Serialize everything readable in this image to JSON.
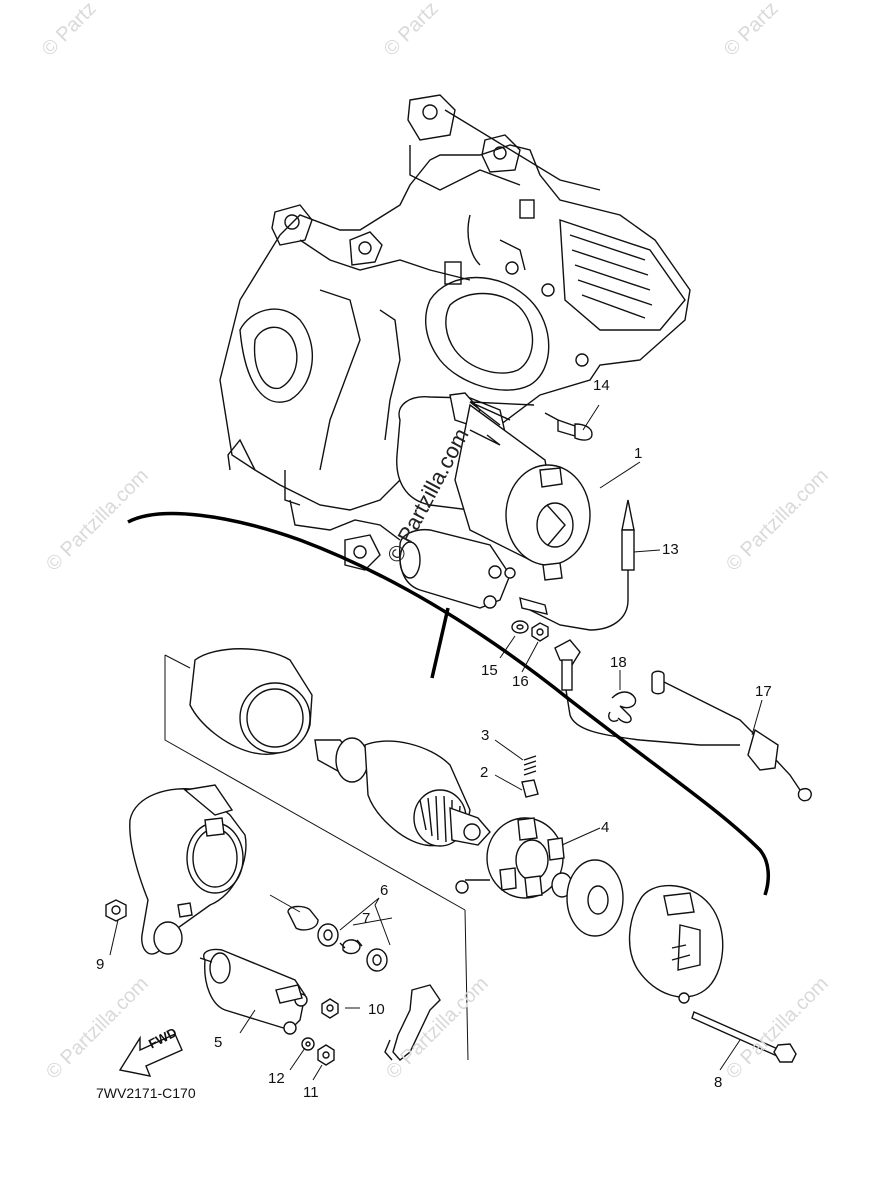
{
  "watermarks": {
    "copyright_symbol": "©",
    "text": "Partzilla.com",
    "text_short": "Partz",
    "center_text": "© Partzilla.com"
  },
  "diagram": {
    "part_code": "7WV2171-C170",
    "fwd_label": "FWD",
    "callouts": [
      "1",
      "2",
      "3",
      "4",
      "5",
      "6",
      "7",
      "8",
      "9",
      "10",
      "11",
      "12",
      "13",
      "14",
      "15",
      "16",
      "17",
      "18"
    ]
  }
}
